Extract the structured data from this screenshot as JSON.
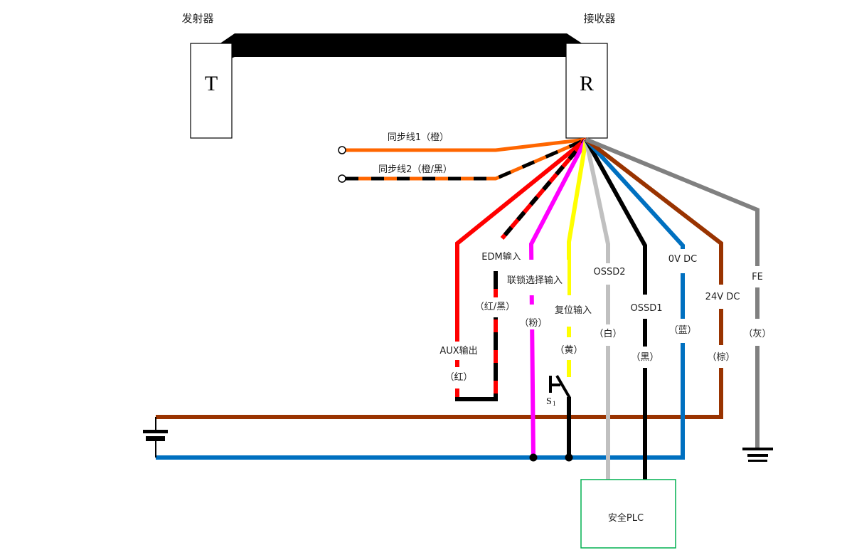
{
  "units": {
    "emitter": {
      "title": "发射器",
      "letter": "T"
    },
    "receiver": {
      "title": "接收器",
      "letter": "R"
    }
  },
  "sync_wires": [
    {
      "label": "同步线1（橙）",
      "color": "#ff6600",
      "pattern": "solid"
    },
    {
      "label": "同步线2（橙/黑）",
      "color": "#ff6600",
      "stripe": "#000000",
      "pattern": "striped"
    }
  ],
  "wires": [
    {
      "id": "aux",
      "function": "AUX输出",
      "color_name": "（红）",
      "color": "#ff0000",
      "pattern": "solid"
    },
    {
      "id": "edm",
      "function": "EDM输入",
      "color_name": "（红/黑）",
      "color": "#ff0000",
      "stripe": "#000000",
      "pattern": "striped"
    },
    {
      "id": "interlock",
      "function": "联锁选择输入",
      "color_name": "（粉）",
      "color": "#ff00ff",
      "pattern": "solid"
    },
    {
      "id": "reset",
      "function": "复位输入",
      "color_name": "（黄）",
      "color": "#ffff00",
      "pattern": "solid"
    },
    {
      "id": "ossd2",
      "function": "OSSD2",
      "color_name": "（白）",
      "color": "#c0c0c0",
      "pattern": "solid"
    },
    {
      "id": "ossd1",
      "function": "OSSD1",
      "color_name": "（黑）",
      "color": "#000000",
      "pattern": "solid"
    },
    {
      "id": "0v",
      "function": "0V  DC",
      "color_name": "（蓝）",
      "color": "#0070c0",
      "pattern": "solid"
    },
    {
      "id": "24v",
      "function": "24V  DC",
      "color_name": "（棕）",
      "color": "#993300",
      "pattern": "solid"
    },
    {
      "id": "fe",
      "function": "FE",
      "color_name": "（灰）",
      "color": "#808080",
      "pattern": "solid"
    }
  ],
  "switch": {
    "label": "S",
    "subscript": "1"
  },
  "plc": {
    "label": "安全PLC",
    "border_color": "#00b050"
  },
  "cable_color": "#000000"
}
